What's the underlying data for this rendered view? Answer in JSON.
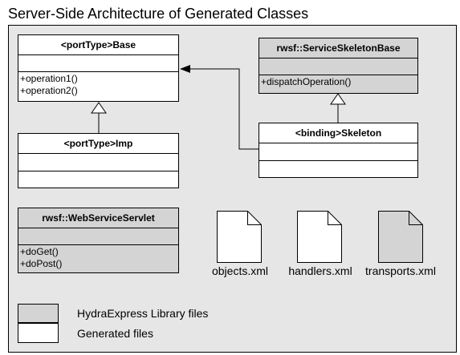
{
  "title": "Server-Side Architecture of Generated Classes",
  "colors": {
    "library": "#d4d4d4",
    "generated": "#ffffff",
    "frame_bg": "#e6e6e6"
  },
  "classes": {
    "porttype_base": {
      "name": "<portType>Base",
      "operations": [
        "+operation1()",
        "+operation2()"
      ]
    },
    "porttype_imp": {
      "name": "<portType>Imp"
    },
    "service_skeleton_base": {
      "name": "rwsf::ServiceSkeletonBase",
      "operations": [
        "+dispatchOperation()"
      ]
    },
    "binding_skeleton": {
      "name": "<binding>Skeleton"
    },
    "web_service_servlet": {
      "name": "rwsf::WebServiceServlet",
      "operations": [
        "+doGet()",
        "+doPost()"
      ]
    }
  },
  "files": [
    {
      "label": "objects.xml",
      "kind": "generated"
    },
    {
      "label": "handlers.xml",
      "kind": "generated"
    },
    {
      "label": "transports.xml",
      "kind": "library"
    }
  ],
  "legend": {
    "library_label": "HydraExpress Library files",
    "generated_label": "Generated files"
  }
}
